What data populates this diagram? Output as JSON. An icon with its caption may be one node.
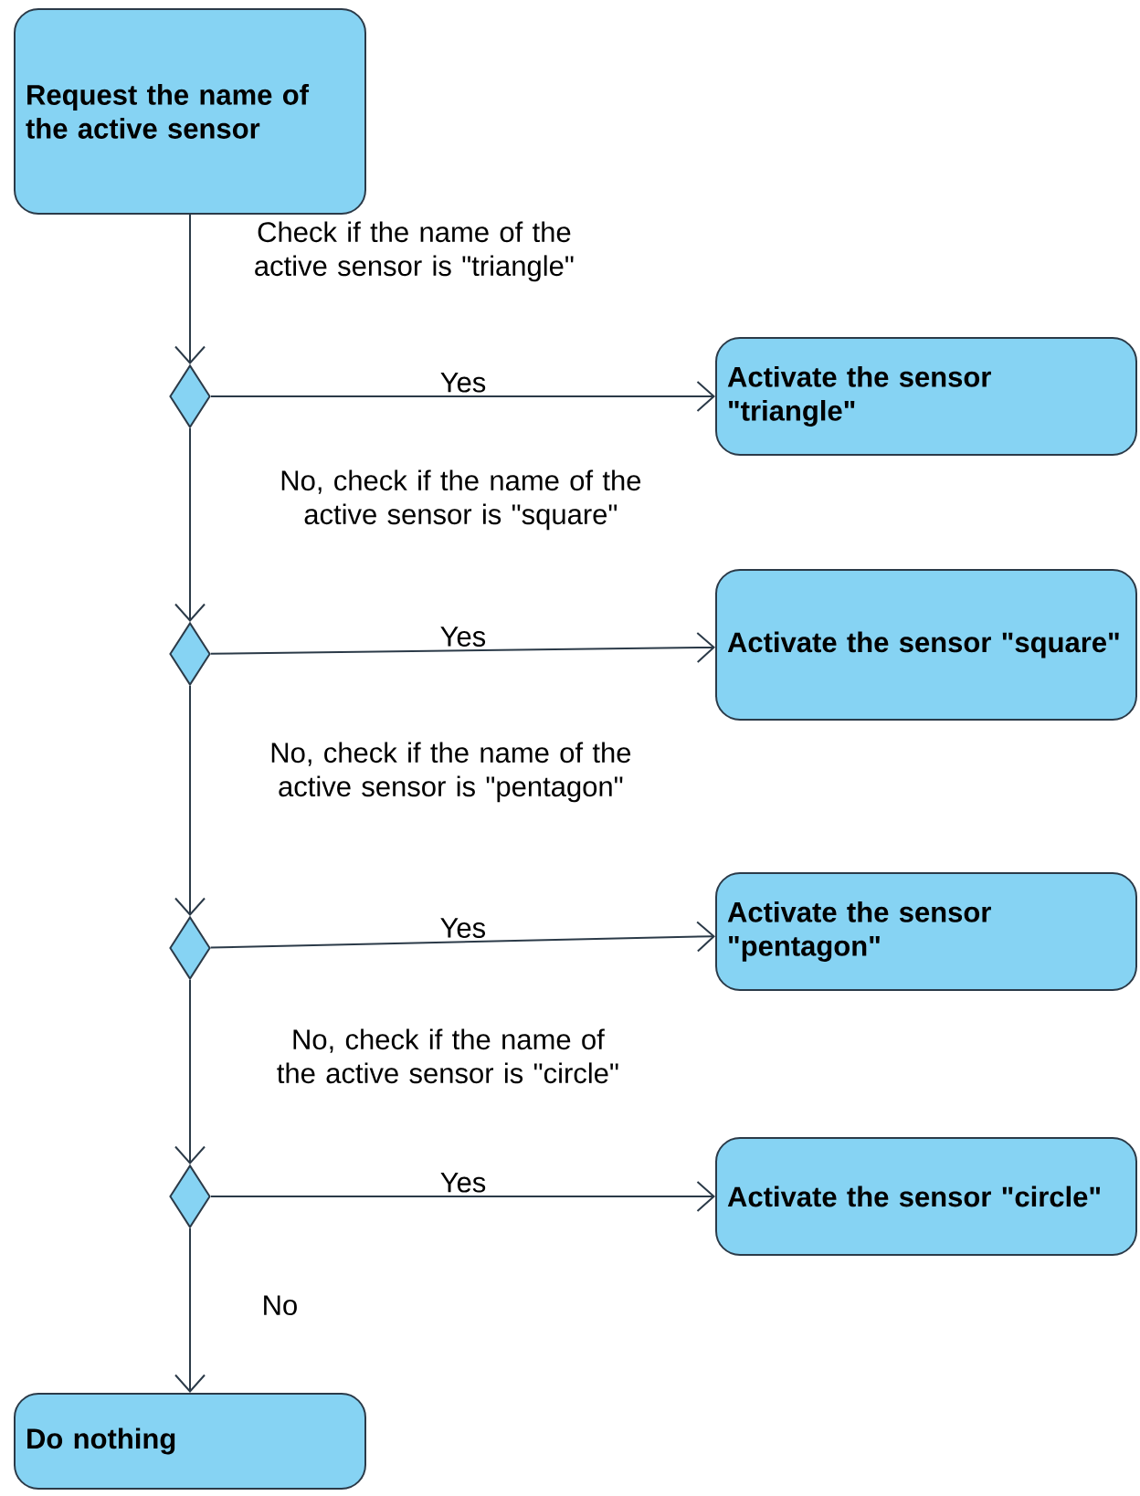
{
  "diagram": {
    "nodes": [
      {
        "text": [
          "Request the name of the active sensor"
        ]
      },
      {
        "text": [],
        "shape": "diamond"
      },
      {
        "text": [
          "Activate the sensor \"triangle\""
        ]
      },
      {
        "text": [],
        "shape": "diamond"
      },
      {
        "text": [
          "Activate the sensor \"square\""
        ]
      },
      {
        "text": [],
        "shape": "diamond"
      },
      {
        "text": [
          "Activate the sensor \"pentagon\""
        ]
      },
      {
        "text": [],
        "shape": "diamond"
      },
      {
        "text": [
          "Activate the sensor \"circle\""
        ]
      },
      {
        "text": [
          "Do nothing"
        ]
      }
    ],
    "edges": [
      {
        "from": 0,
        "to": 1,
        "arrow": "to",
        "label": "Check if the name of the active sensor is \"triangle\""
      },
      {
        "from": 1,
        "to": 2,
        "arrow": "to",
        "label": "Yes"
      },
      {
        "from": 1,
        "to": 3,
        "arrow": "to",
        "label": "No, check if the name of the active sensor is \"square\""
      },
      {
        "from": 3,
        "to": 4,
        "arrow": "to",
        "label": "Yes"
      },
      {
        "from": 3,
        "to": 5,
        "arrow": "to",
        "label": "No, check if the name of the active sensor is \"pentagon\""
      },
      {
        "from": 5,
        "to": 6,
        "arrow": "to",
        "label": "Yes"
      },
      {
        "from": 5,
        "to": 7,
        "arrow": "to",
        "label": "No, check if the name of the active sensor is \"circle\""
      },
      {
        "from": 7,
        "to": 8,
        "arrow": "to",
        "label": "Yes"
      },
      {
        "from": 7,
        "to": 9,
        "arrow": "to",
        "label": "No"
      }
    ]
  }
}
